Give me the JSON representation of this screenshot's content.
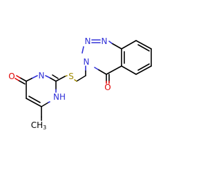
{
  "molecule": {
    "atoms": {
      "n1": "N",
      "n2": "N",
      "n3": "N",
      "o1": "O",
      "s1": "S",
      "n4": "N",
      "nh": "NH",
      "o2": "O",
      "ch3_c": "CH",
      "ch3_sub": "3"
    },
    "colors": {
      "nitrogen": "#3030d8",
      "oxygen": "#e00000",
      "sulfur": "#a08a00",
      "carbon": "#000000"
    }
  }
}
